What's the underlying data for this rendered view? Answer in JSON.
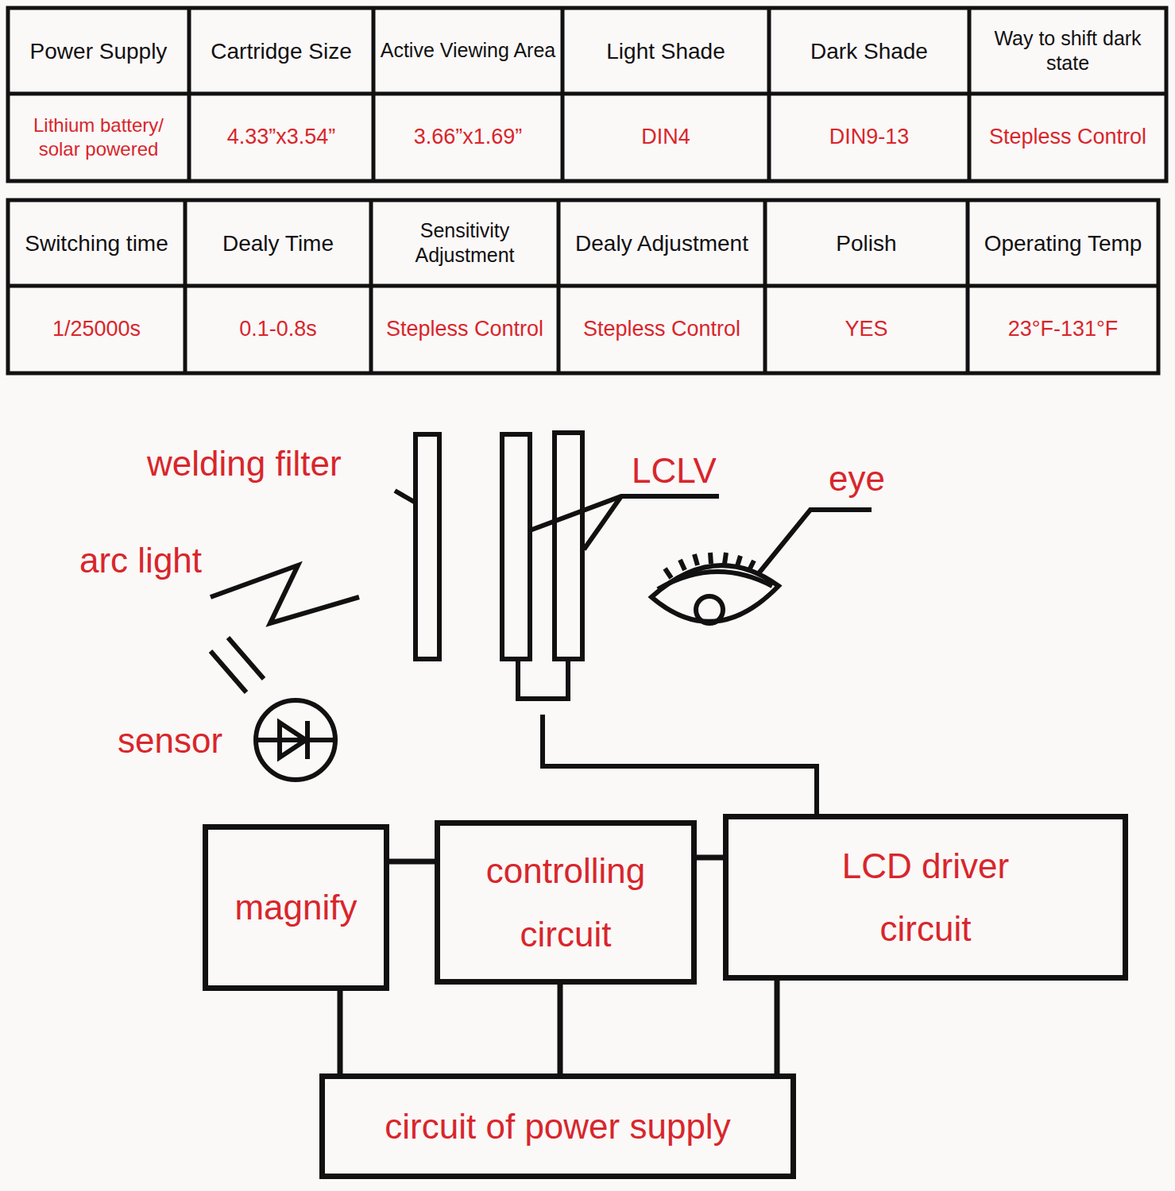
{
  "diagram": {
    "nodes": [
      {
        "text": [
          "magnify"
        ]
      },
      {
        "text": [
          "controlling circuit"
        ]
      },
      {
        "text": [
          "LCD driver circuit"
        ]
      },
      {
        "text": [
          "circuit of power supply"
        ]
      }
    ],
    "edges": [
      {
        "from": 0,
        "to": 1,
        "arrow": "none"
      },
      {
        "from": 1,
        "to": 2,
        "arrow": "none"
      },
      {
        "from": 0,
        "to": 3,
        "arrow": "none"
      },
      {
        "from": 1,
        "to": 3,
        "arrow": "none"
      },
      {
        "from": 2,
        "to": 3,
        "arrow": "none"
      }
    ],
    "labels": [
      "Power Supply",
      "Cartridge Size",
      "Active Viewing Area",
      "Light Shade",
      "Dark Shade",
      "Way to shift dark state",
      "Lithium battery/ solar powered",
      "4.33”x3.54”",
      "3.66”x1.69”",
      "DIN4",
      "DIN9-13",
      "Stepless Control",
      "Switching time",
      "Dealy Time",
      "Sensitivity Adjustment",
      "Dealy Adjustment",
      "Polish",
      "Operating Temp",
      "1/25000s",
      "0.1-0.8s",
      "Stepless Control",
      "Stepless Control",
      "YES",
      "23°F-131°F",
      "welding filter",
      "LCLV",
      "eye",
      "arc light",
      "sensor"
    ]
  }
}
